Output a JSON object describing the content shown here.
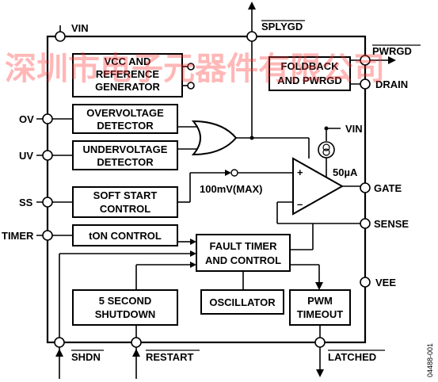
{
  "pins": {
    "vin_top": "VIN",
    "splygd": "SPLYGD",
    "pwrgd_out": "PWRGD",
    "drain": "DRAIN",
    "ov": "OV",
    "uv": "UV",
    "ss": "SS",
    "timer": "TIMER",
    "vin_right": "VIN",
    "gate": "GATE",
    "sense": "SENSE",
    "vee": "VEE",
    "shdn": "SHDN",
    "restart": "RESTART",
    "latched": "LATCHED"
  },
  "blocks": {
    "vcc_ref_1": "VCC AND",
    "vcc_ref_2": "REFERENCE",
    "vcc_ref_3": "GENERATOR",
    "ov_det_1": "OVERVOLTAGE",
    "ov_det_2": "DETECTOR",
    "uv_det_1": "UNDERVOLTAGE",
    "uv_det_2": "DETECTOR",
    "soft_1": "SOFT START",
    "soft_2": "CONTROL",
    "ton": "tON CONTROL",
    "fault_1": "FAULT TIMER",
    "fault_2": "AND CONTROL",
    "fold_1": "FOLDBACK",
    "fold_2": "AND PWRGD",
    "osc": "OSCILLATOR",
    "shutdown_1": "5 SECOND",
    "shutdown_2": "SHUTDOWN",
    "pwm_1": "PWM",
    "pwm_2": "TIMEOUT"
  },
  "annotations": {
    "ref_mv": "100mV(MAX)",
    "current": "50µA",
    "plus": "+",
    "minus": "–",
    "figure_id": "04488-001"
  },
  "watermark": "深圳市电子元器件有限公司"
}
